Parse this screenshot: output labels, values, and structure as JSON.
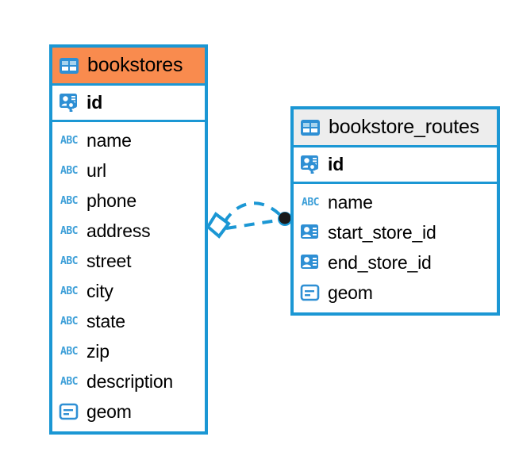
{
  "diagram": {
    "type": "entity-relationship-diagram",
    "background_color": "#ffffff",
    "accent_blue": "#1b97d4",
    "accent_orange": "#f98b4e",
    "header_gray": "#ededed"
  },
  "entities": [
    {
      "name": "bookstores",
      "title": "bookstores",
      "header_color": "#f98b4e",
      "header_icon": "table-icon",
      "primary_key": {
        "label": "id",
        "icon": "primary-key-icon"
      },
      "fields": [
        {
          "label": "name",
          "icon": "abc-text-icon",
          "icon_text": "ABC"
        },
        {
          "label": "url",
          "icon": "abc-text-icon",
          "icon_text": "ABC"
        },
        {
          "label": "phone",
          "icon": "abc-text-icon",
          "icon_text": "ABC"
        },
        {
          "label": "address",
          "icon": "abc-text-icon",
          "icon_text": "ABC"
        },
        {
          "label": "street",
          "icon": "abc-text-icon",
          "icon_text": "ABC"
        },
        {
          "label": "city",
          "icon": "abc-text-icon",
          "icon_text": "ABC"
        },
        {
          "label": "state",
          "icon": "abc-text-icon",
          "icon_text": "ABC"
        },
        {
          "label": "zip",
          "icon": "abc-text-icon",
          "icon_text": "ABC"
        },
        {
          "label": "description",
          "icon": "abc-text-icon",
          "icon_text": "ABC"
        },
        {
          "label": "geom",
          "icon": "geometry-icon",
          "icon_text": ""
        }
      ]
    },
    {
      "name": "bookstore_routes",
      "title": "bookstore_routes",
      "header_color": "#ededed",
      "header_icon": "table-icon",
      "primary_key": {
        "label": "id",
        "icon": "primary-key-icon"
      },
      "fields": [
        {
          "label": "name",
          "icon": "abc-text-icon",
          "icon_text": "ABC"
        },
        {
          "label": "start_store_id",
          "icon": "foreign-key-icon",
          "icon_text": ""
        },
        {
          "label": "end_store_id",
          "icon": "foreign-key-icon",
          "icon_text": ""
        },
        {
          "label": "geom",
          "icon": "geometry-icon",
          "icon_text": ""
        }
      ]
    }
  ],
  "relationship": {
    "name": "bookstores-to-bookstore_routes",
    "style": "dashed",
    "color": "#1b97d4",
    "source_endpoint": "diamond",
    "target_endpoint": "filled-circle",
    "branch_count": 2
  }
}
